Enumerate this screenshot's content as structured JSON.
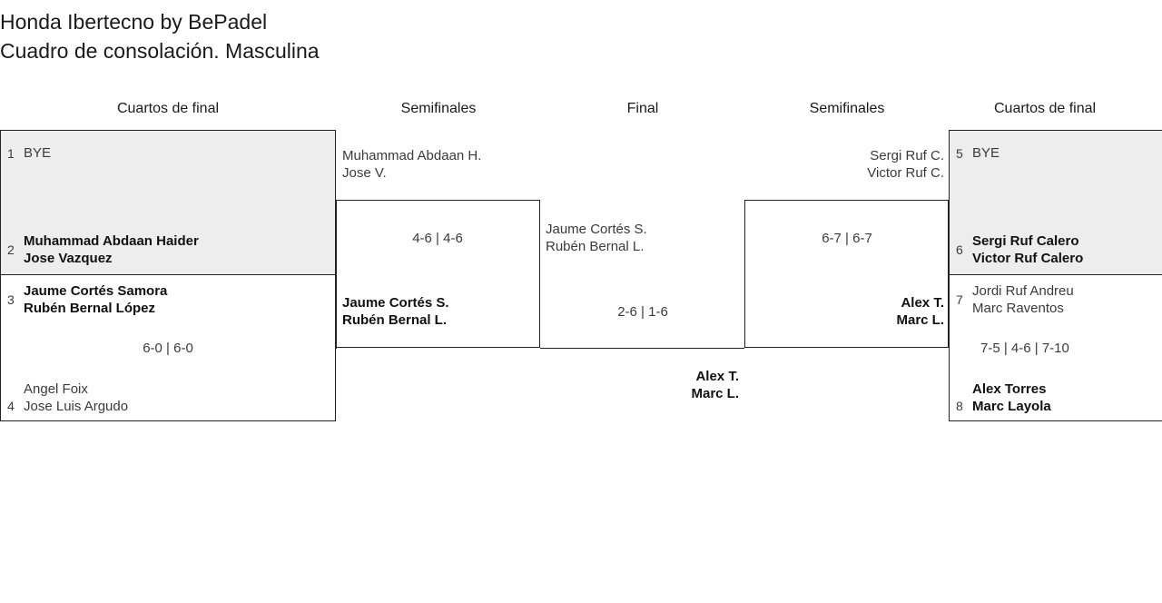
{
  "title": {
    "line1": "Honda Ibertecno by BePadel",
    "line2": "Cuadro de consolación. Masculina"
  },
  "round_headers": {
    "left_quarters": "Cuartos de final",
    "left_semis": "Semifinales",
    "final": "Final",
    "right_semis": "Semifinales",
    "right_quarters": "Cuartos de final"
  },
  "left_quarterfinals": [
    {
      "seed": "1",
      "line1": "BYE",
      "line2": "",
      "winner": false
    },
    {
      "seed": "2",
      "line1": "Muhammad Abdaan Haider",
      "line2": "Jose Vazquez",
      "winner": true
    },
    {
      "seed": "3",
      "line1": "Jaume Cortés Samora",
      "line2": "Rubén Bernal López",
      "winner": true
    },
    {
      "seed": "4",
      "line1": "Angel Foix",
      "line2": "Jose Luis Argudo",
      "winner": false
    }
  ],
  "left_quarterfinal_scores": {
    "match_1_2": "",
    "match_3_4": "6-0 | 6-0"
  },
  "left_semifinal": {
    "top_team": {
      "line1": "Muhammad Abdaan H.",
      "line2": "Jose V.",
      "winner": false
    },
    "bottom_team": {
      "line1": "Jaume Cortés S.",
      "line2": "Rubén Bernal L.",
      "winner": true
    },
    "score": "4-6 | 4-6"
  },
  "final": {
    "left_team": {
      "line1": "Jaume Cortés S.",
      "line2": "Rubén Bernal L.",
      "winner": false
    },
    "score": "2-6 | 1-6",
    "champion": {
      "line1": "Alex T.",
      "line2": "Marc L.",
      "winner": true
    }
  },
  "right_semifinal": {
    "top_team": {
      "line1": "Sergi Ruf C.",
      "line2": "Victor Ruf C.",
      "winner": false
    },
    "bottom_team": {
      "line1": "Alex T.",
      "line2": "Marc L.",
      "winner": true
    },
    "score": "6-7 | 6-7"
  },
  "right_quarterfinals": [
    {
      "seed": "5",
      "line1": "BYE",
      "line2": "",
      "winner": false
    },
    {
      "seed": "6",
      "line1": "Sergi Ruf Calero",
      "line2": "Victor Ruf Calero",
      "winner": true
    },
    {
      "seed": "7",
      "line1": "Jordi Ruf Andreu",
      "line2": "Marc Raventos",
      "winner": false
    },
    {
      "seed": "8",
      "line1": "Alex Torres",
      "line2": "Marc Layola",
      "winner": true
    }
  ],
  "right_quarterfinal_scores": {
    "match_5_6": "",
    "match_7_8": "7-5 | 4-6 | 7-10"
  },
  "colors": {
    "line": "#222222",
    "shade": "#ededed",
    "text": "#3a3a3a",
    "winner_text": "#111111"
  }
}
